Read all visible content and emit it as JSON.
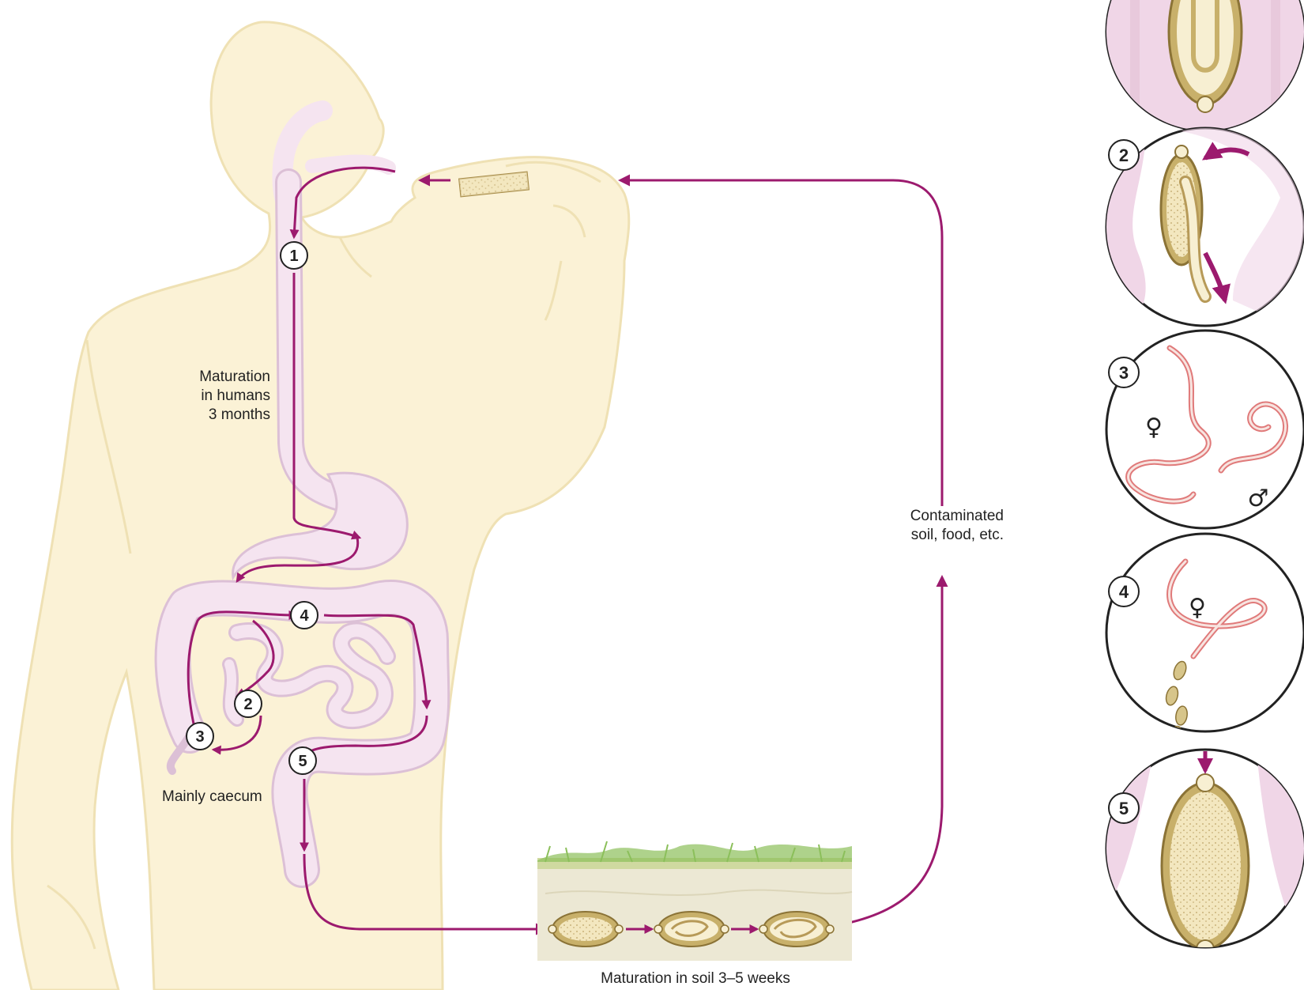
{
  "labels": {
    "maturation_humans": [
      "Maturation",
      "in humans",
      "3 months"
    ],
    "contaminated": [
      "Contaminated",
      "soil, food, etc."
    ],
    "mainly_caecum": "Mainly caecum",
    "maturation_soil": "Maturation in soil 3–5 weeks"
  },
  "stages": {
    "body": [
      "1",
      "2",
      "3",
      "4",
      "5"
    ],
    "insets": [
      "2",
      "3",
      "4",
      "5"
    ]
  },
  "symbols": {
    "female": "♀",
    "male": "♂"
  },
  "colors": {
    "arrow": "#9c1a6e",
    "body_fill": "#fbf2d6",
    "body_outline": "#efe1b4",
    "gut_fill": "#f5e4f0",
    "gut_outline": "#dcc0d6",
    "egg_shell": "#c8b06a",
    "worm": "#e07a7a",
    "soil": "#ece8d4",
    "grass": "#8bbf5a"
  }
}
